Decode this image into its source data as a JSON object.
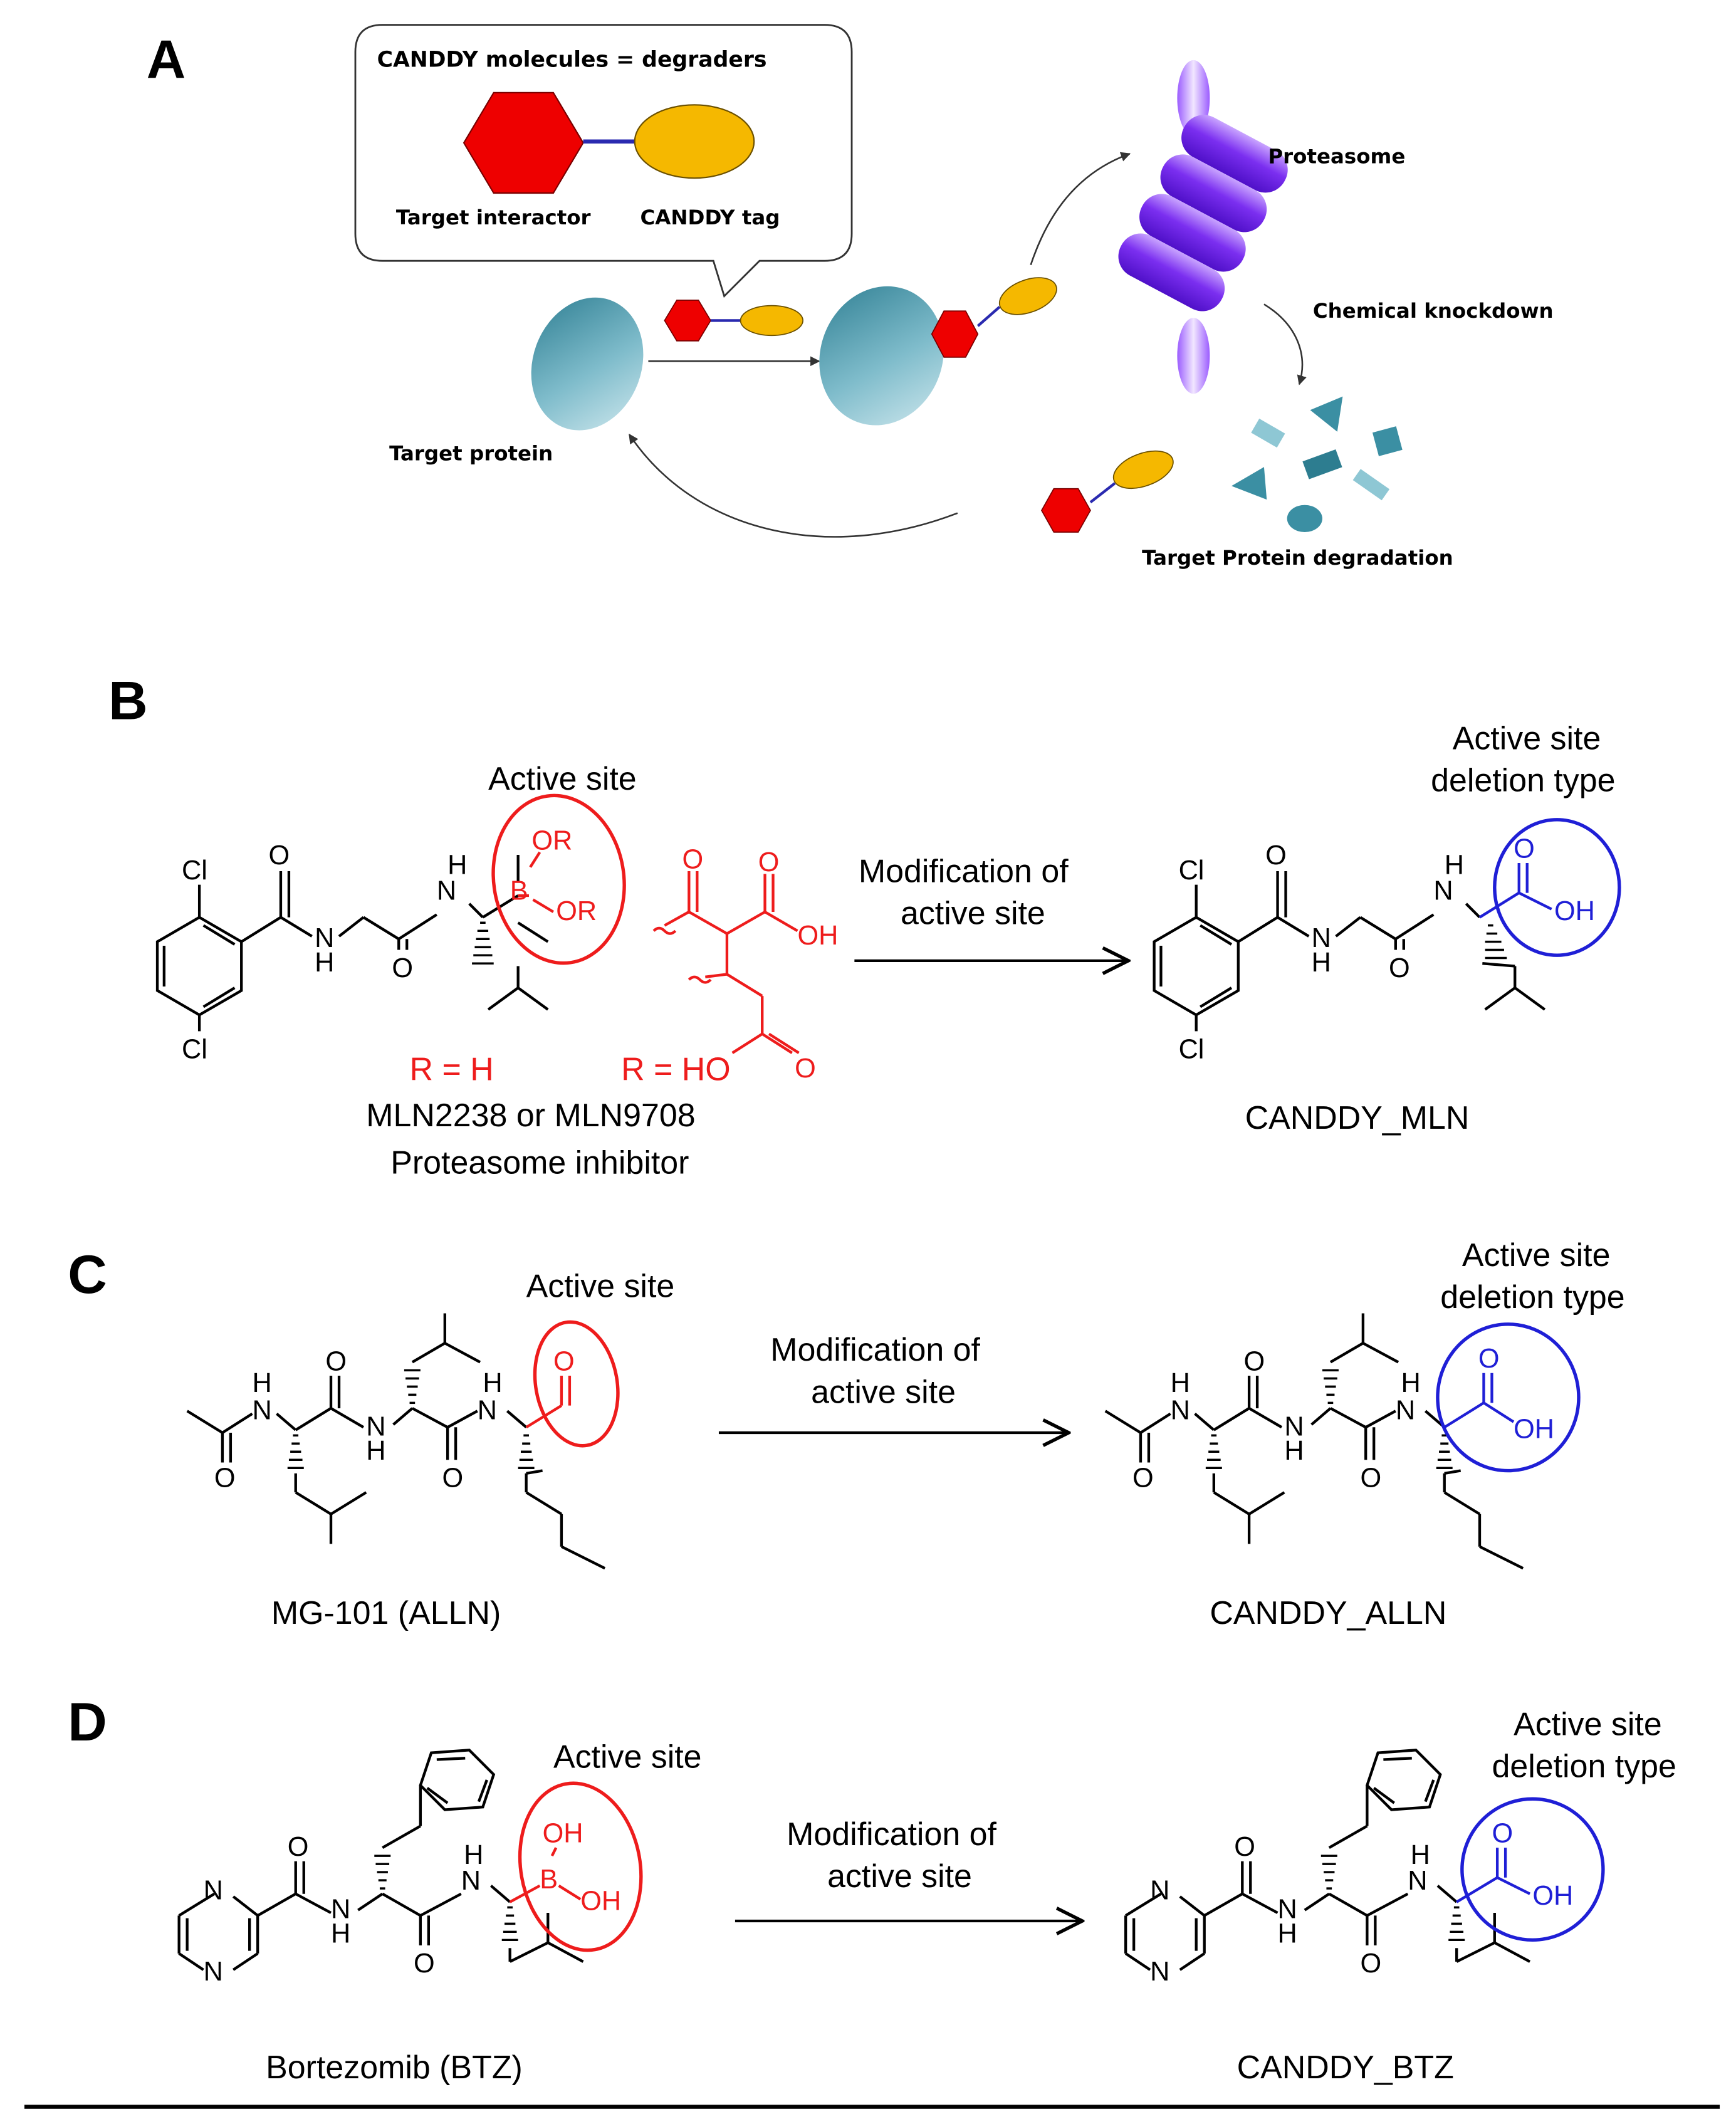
{
  "panels": {
    "a": {
      "letter": "A",
      "callout_title": "CANDDY molecules = degraders",
      "target_interactor": "Target interactor",
      "canddy_tag": "CANDDY tag",
      "target_protein": "Target protein",
      "proteasome": "Proteasome",
      "chemical_knockdown": "Chemical knockdown",
      "degradation": "Target Protein degradation"
    },
    "b": {
      "letter": "B",
      "active_site": "Active site",
      "deletion_1": "Active site",
      "deletion_2": "deletion type",
      "mod_1": "Modification of",
      "mod_2": "active site",
      "r_h": "R = H",
      "r_ho": "R = HO",
      "inhibitor_name": "MLN2238 or MLN9708",
      "inhibitor_desc": "Proteasome inhibitor",
      "product_name": "CANDDY_MLN"
    },
    "c": {
      "letter": "C",
      "active_site": "Active site",
      "deletion_1": "Active site",
      "deletion_2": "deletion type",
      "mod_1": "Modification of",
      "mod_2": "active site",
      "inhibitor_name": "MG-101 (ALLN)",
      "product_name": "CANDDY_ALLN"
    },
    "d": {
      "letter": "D",
      "active_site": "Active site",
      "deletion_1": "Active site",
      "deletion_2": "deletion type",
      "mod_1": "Modification of",
      "mod_2": "active site",
      "inhibitor_name": "Bortezomib (BTZ)",
      "product_name": "CANDDY_BTZ"
    }
  },
  "atoms": {
    "cl": "Cl",
    "o": "O",
    "n": "N",
    "h": "H",
    "b": "B",
    "or": "OR",
    "oh": "OH",
    "ho": "HO"
  },
  "colors": {
    "red": "#ee1c1c",
    "blue": "#1f1fd6",
    "gold": "#f5b800",
    "teal": "#5ea8b8",
    "purple": "#8a3cf0"
  }
}
